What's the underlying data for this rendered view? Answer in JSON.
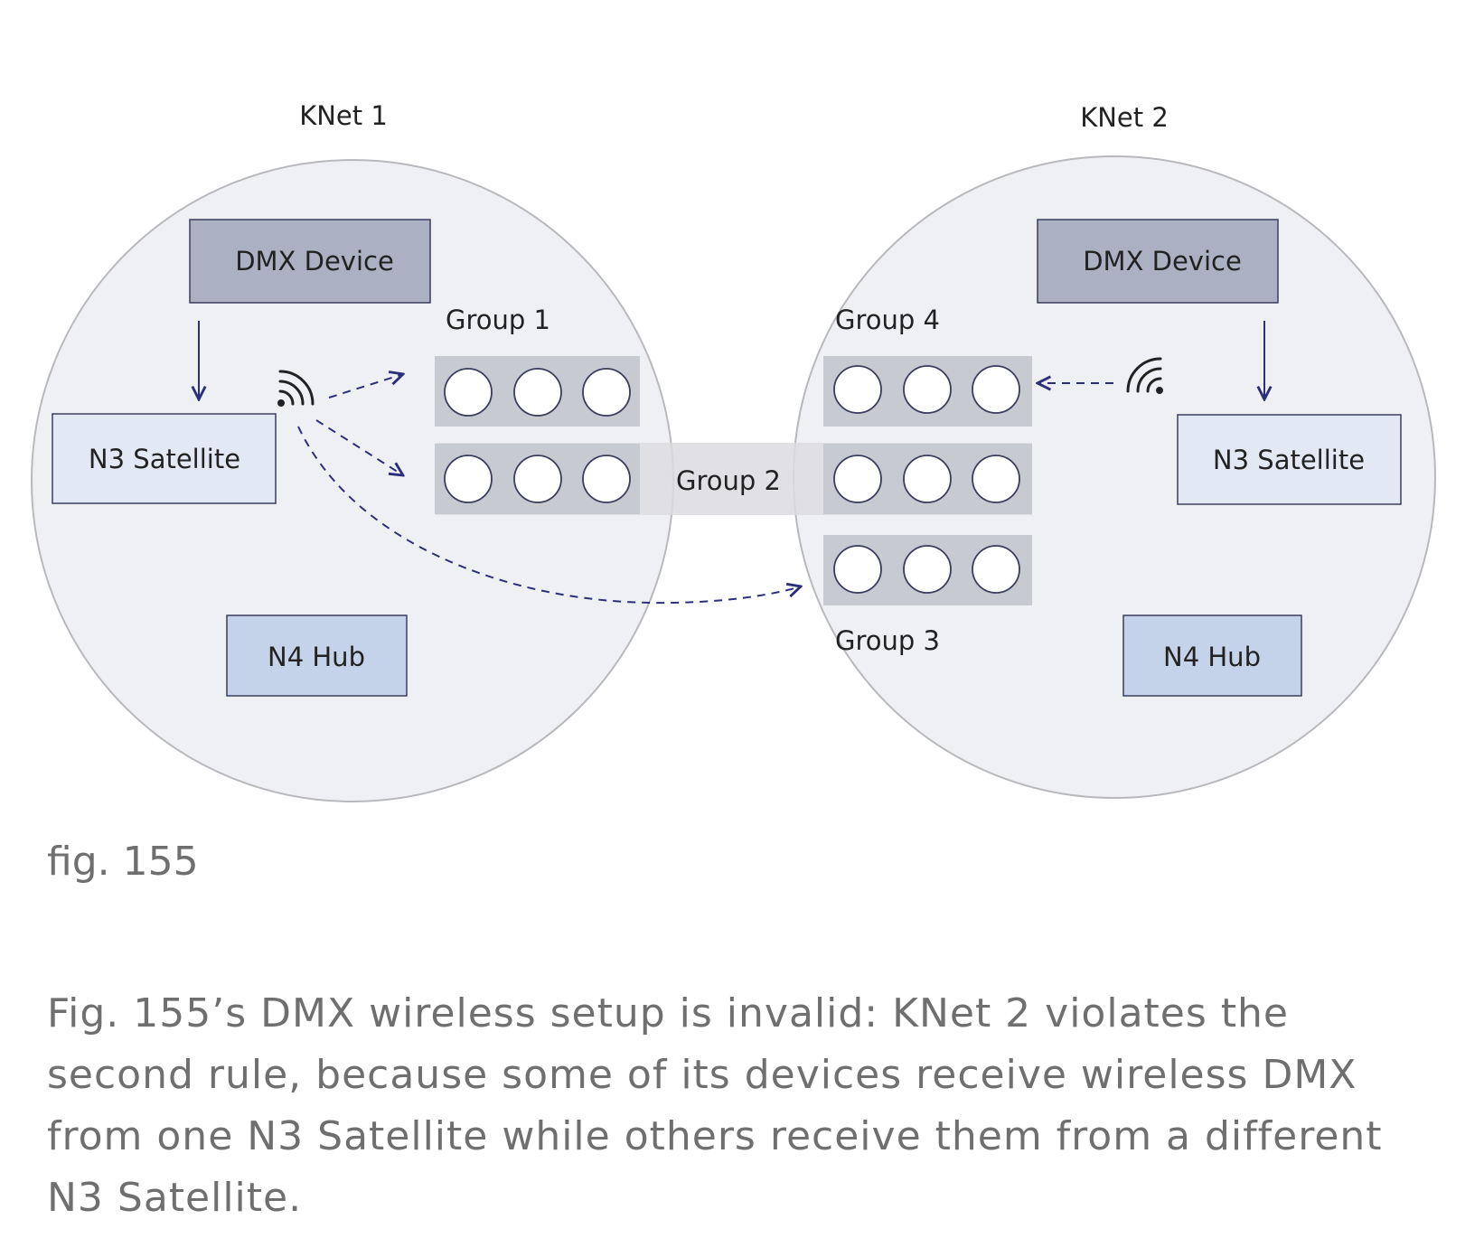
{
  "networks": {
    "left": {
      "title": "KNet 1",
      "dmx": "DMX Device",
      "satellite": "N3 Satellite",
      "hub": "N4 Hub"
    },
    "right": {
      "title": "KNet 2",
      "dmx": "DMX Device",
      "satellite": "N3 Satellite",
      "hub": "N4 Hub"
    }
  },
  "groups": {
    "g1": "Group 1",
    "g2": "Group 2",
    "g3": "Group 3",
    "g4": "Group 4"
  },
  "colors": {
    "circle_fill": "#eff0f4",
    "circle_stroke": "#b9b9bd",
    "dmx_fill": "#abb1c3",
    "satellite_fill": "#e3e9f4",
    "hub_fill": "#c4d2ea",
    "group_fill": "#c8cad1",
    "group2_band": "#dcdce0",
    "arrow": "#2b2f7a"
  },
  "figure": {
    "label": "fig. 155",
    "caption": "Fig. 155’s DMX wireless setup is invalid: KNet 2 violates the second rule, because some of its devices receive wireless DMX from one N3 Satellite while others receive them from a different N3 Satellite."
  }
}
